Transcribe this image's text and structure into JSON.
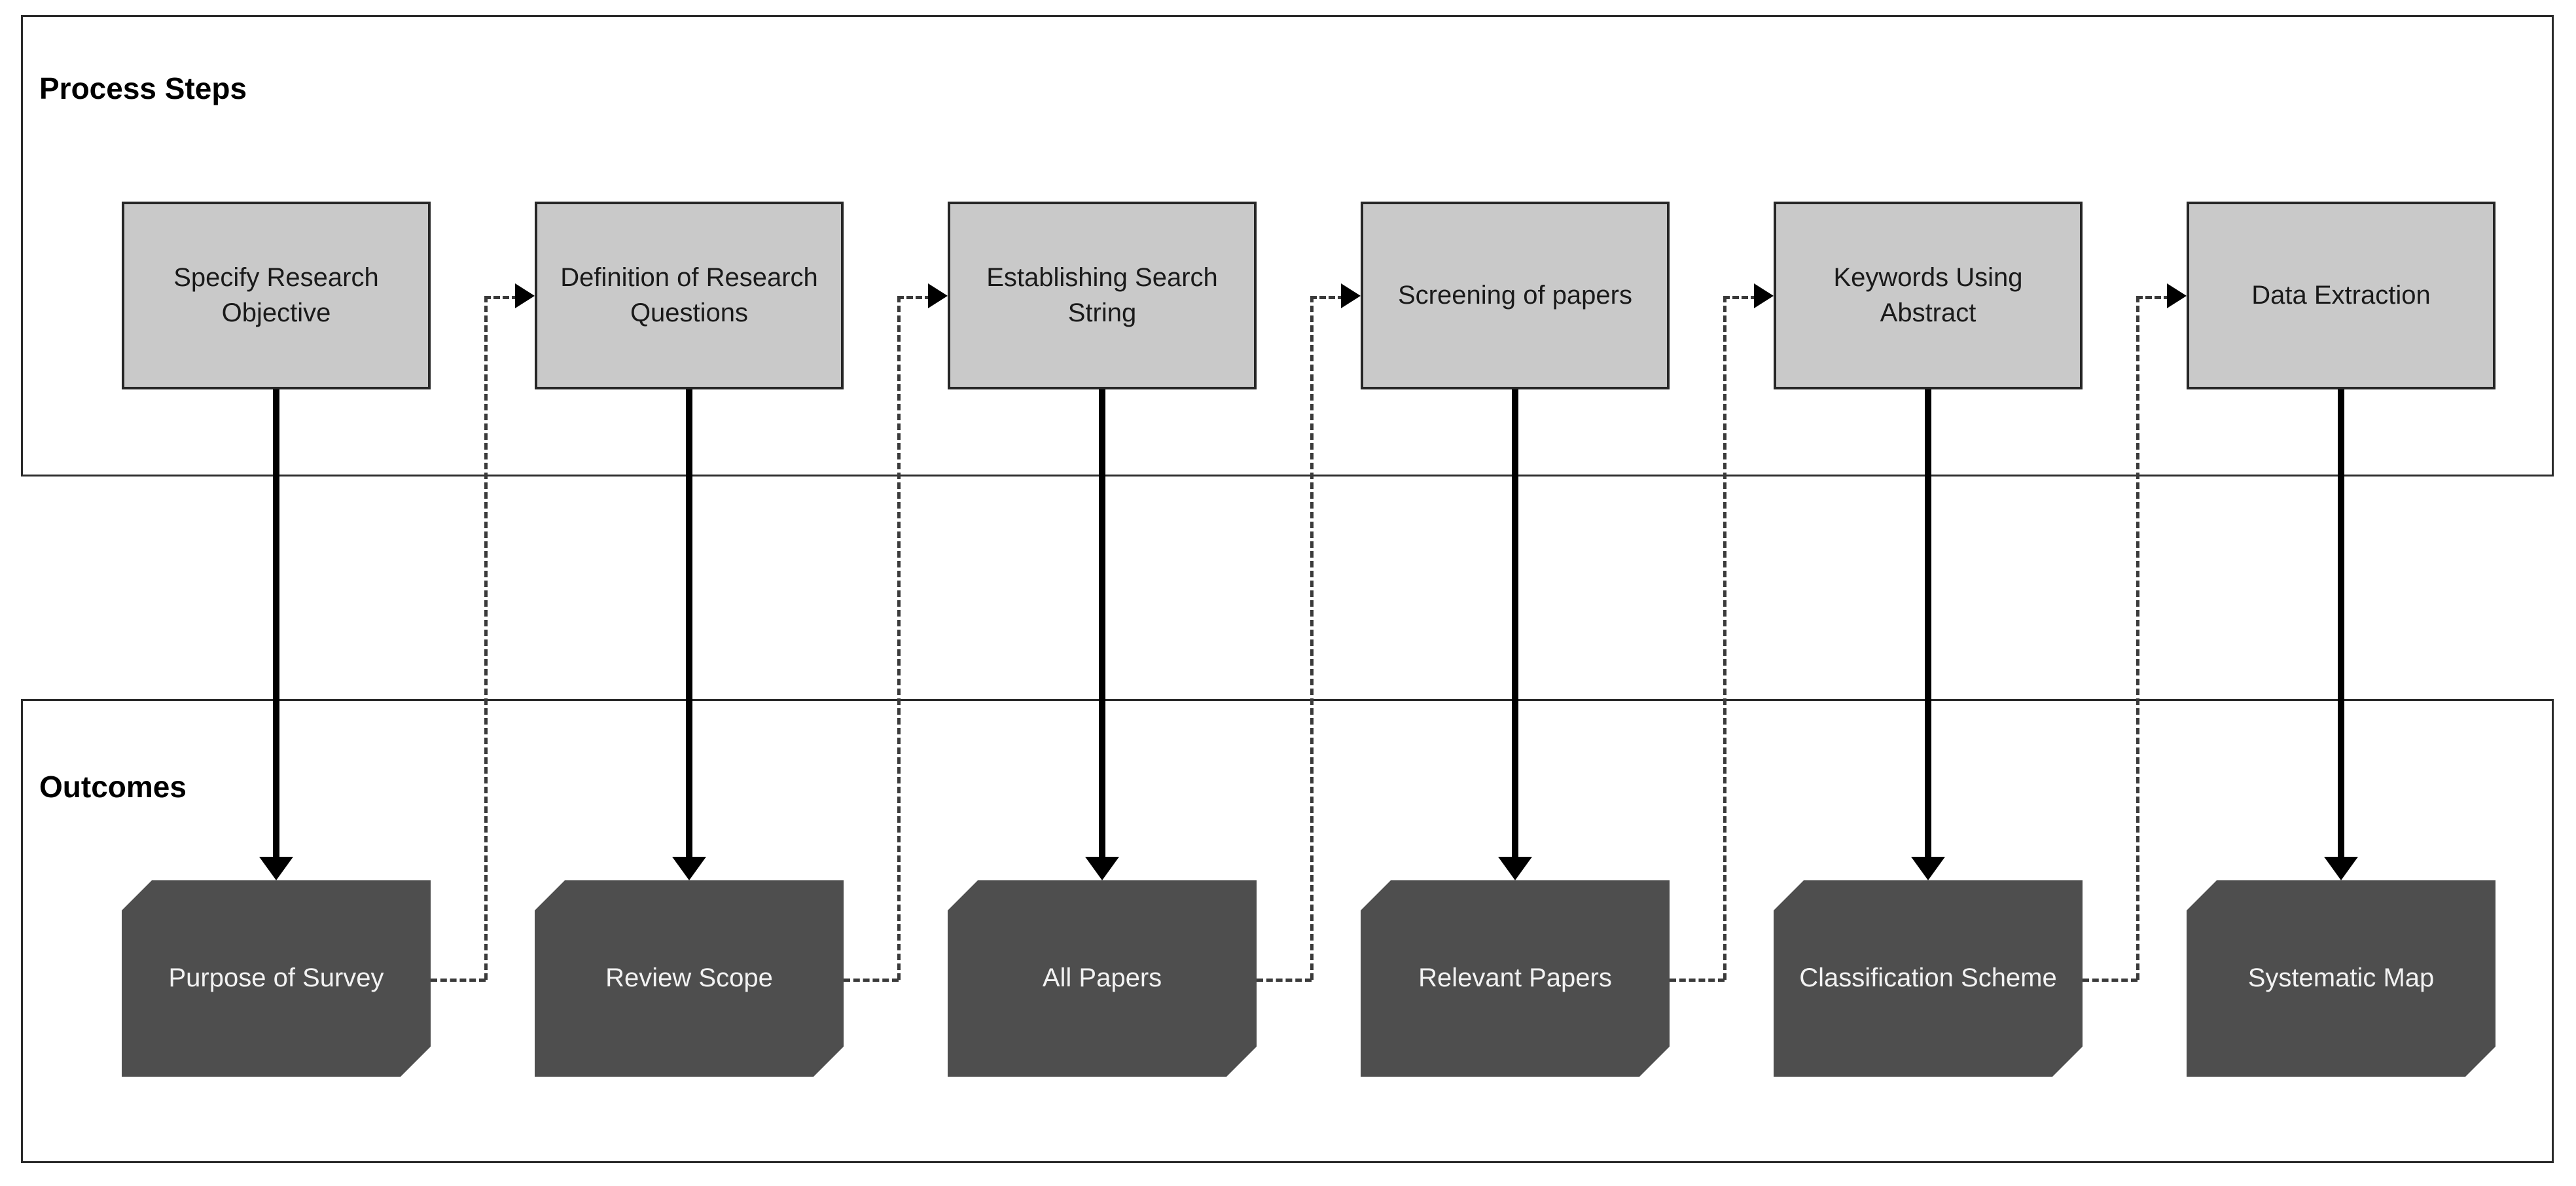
{
  "diagram": {
    "title_process": "Process Steps",
    "title_outcomes": "Outcomes",
    "colors": {
      "process_fill": "#c9c9c9",
      "process_border": "#262626",
      "outcome_fill": "#4e4e4e",
      "outcome_text": "#f2f2f2",
      "panel_border": "#2b2b2b",
      "solid_connector": "#000000",
      "dashed_connector": "#3a3a3a",
      "background": "#ffffff"
    },
    "process_steps": [
      {
        "id": "specify-research-objective",
        "label": "Specify Research Objective"
      },
      {
        "id": "definition-of-research-questions",
        "label": "Definition of Research Questions"
      },
      {
        "id": "establishing-search-string",
        "label": "Establishing Search String"
      },
      {
        "id": "screening-of-papers",
        "label": "Screening of papers"
      },
      {
        "id": "keywords-using-abstract",
        "label": "Keywords Using Abstract"
      },
      {
        "id": "data-extraction",
        "label": "Data Extraction"
      }
    ],
    "outcomes": [
      {
        "id": "purpose-of-survey",
        "label": "Purpose of Survey"
      },
      {
        "id": "review-scope",
        "label": "Review Scope"
      },
      {
        "id": "all-papers",
        "label": "All Papers"
      },
      {
        "id": "relevant-papers",
        "label": "Relevant Papers"
      },
      {
        "id": "classification-scheme",
        "label": "Classification Scheme"
      },
      {
        "id": "systematic-map",
        "label": "Systematic Map"
      }
    ],
    "flows": {
      "solid": [
        {
          "from": "specify-research-objective",
          "to": "purpose-of-survey"
        },
        {
          "from": "definition-of-research-questions",
          "to": "review-scope"
        },
        {
          "from": "establishing-search-string",
          "to": "all-papers"
        },
        {
          "from": "screening-of-papers",
          "to": "relevant-papers"
        },
        {
          "from": "keywords-using-abstract",
          "to": "classification-scheme"
        },
        {
          "from": "data-extraction",
          "to": "systematic-map"
        }
      ],
      "dashed": [
        {
          "from": "purpose-of-survey",
          "to": "definition-of-research-questions"
        },
        {
          "from": "review-scope",
          "to": "establishing-search-string"
        },
        {
          "from": "all-papers",
          "to": "screening-of-papers"
        },
        {
          "from": "relevant-papers",
          "to": "keywords-using-abstract"
        },
        {
          "from": "classification-scheme",
          "to": "data-extraction"
        }
      ]
    }
  }
}
